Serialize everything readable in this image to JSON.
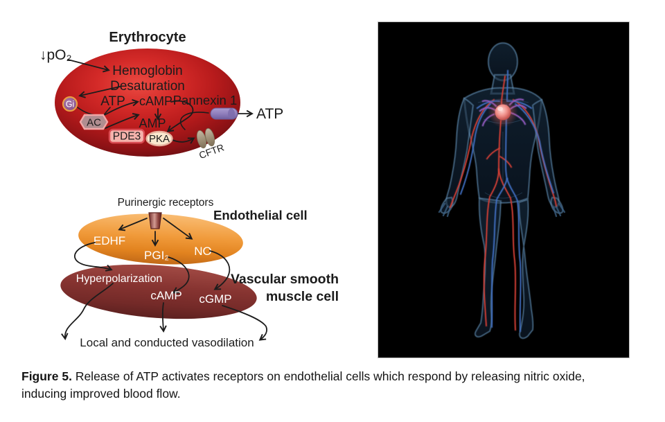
{
  "colors": {
    "erythrocyte_red": "#c02020",
    "endothelial_orange": "#ee9130",
    "smooth_muscle_maroon": "#7c2f2e",
    "pannexin_purple": "#8d7cba",
    "gi_ring_orange": "#ea9f42",
    "pde3_border_red": "#d94b52",
    "anatomy_background": "#000000",
    "artery_red": "#cc3d34",
    "vein_blue": "#3f6cc0",
    "pulmonary_purple": "#8a56b8",
    "heart_pink": "#f0908a"
  },
  "erythrocyte_panel": {
    "title": "Erythrocyte",
    "stimulus": "↓pO₂",
    "hemoglobin_line1": "Hemoglobin",
    "hemoglobin_line2": "Desaturation",
    "gi_label": "Gi",
    "atp_label": "ATP",
    "camp_label": "cAMP",
    "amp_label": "AMP",
    "ac_label": "AC",
    "pde3_label": "PDE3",
    "pka_label": "PKA",
    "pannexin_label": "Pannexin 1",
    "cftr_label": "CFTR",
    "atp_released_label": "ATP"
  },
  "vascular_panel": {
    "receptor_label": "Purinergic receptors",
    "endothelial_cell_label": "Endothelial cell",
    "edhf_label": "EDHF",
    "pgi2_label": "PGI₂",
    "no_label": "NO",
    "vsmc_label_line1": "Vascular smooth",
    "vsmc_label_line2": "muscle cell",
    "hyperpolarization_label": "Hyperpolarization",
    "camp_label": "cAMP",
    "cgmp_label": "cGMP",
    "outcome_label": "Local and conducted vasodilation"
  },
  "caption": {
    "label": "Figure 5.",
    "line1": "Release of ATP activates receptors on endothelial cells which respond by releasing nitric oxide,",
    "line2": "inducing improved blood flow."
  }
}
